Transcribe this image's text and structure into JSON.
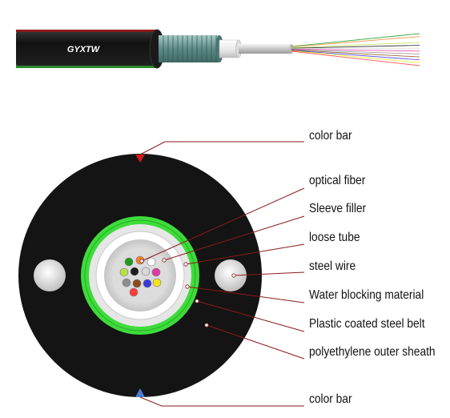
{
  "cable": {
    "model": "GYXTW"
  },
  "labels": {
    "color_bar_top": "color bar",
    "optical_fiber": "optical fiber",
    "sleeve_filler": "Sleeve filler",
    "loose_tube": "loose tube",
    "steel_wire": "steel wire",
    "water_blocking": "Water blocking material",
    "steel_belt": "Plastic coated steel belt",
    "outer_sheath": "polyethylene outer sheath",
    "color_bar_bottom": "color bar"
  },
  "colors": {
    "sheath": "#141414",
    "steel_belt": "#3ddc3a",
    "water_blocking": "#e4e4e4",
    "loose_tube": "#ffffff",
    "gel": "#cfcfcf",
    "steel_wire": "#d4d4d4",
    "leader_line": "#8b1a1a",
    "color_bar_top_marker": "#d31a1a",
    "color_bar_bottom_marker": "#4a7ed6"
  },
  "fibers": {
    "colors": [
      "#1e9a1e",
      "#f0852a",
      "#ffffff",
      "#b8e04a",
      "#1c1c1c",
      "#d8d8d8",
      "#e03aa8",
      "#8e8e8e",
      "#8a4a1a",
      "#3a3ad8",
      "#f2e21e",
      "#ff3a3a"
    ]
  }
}
